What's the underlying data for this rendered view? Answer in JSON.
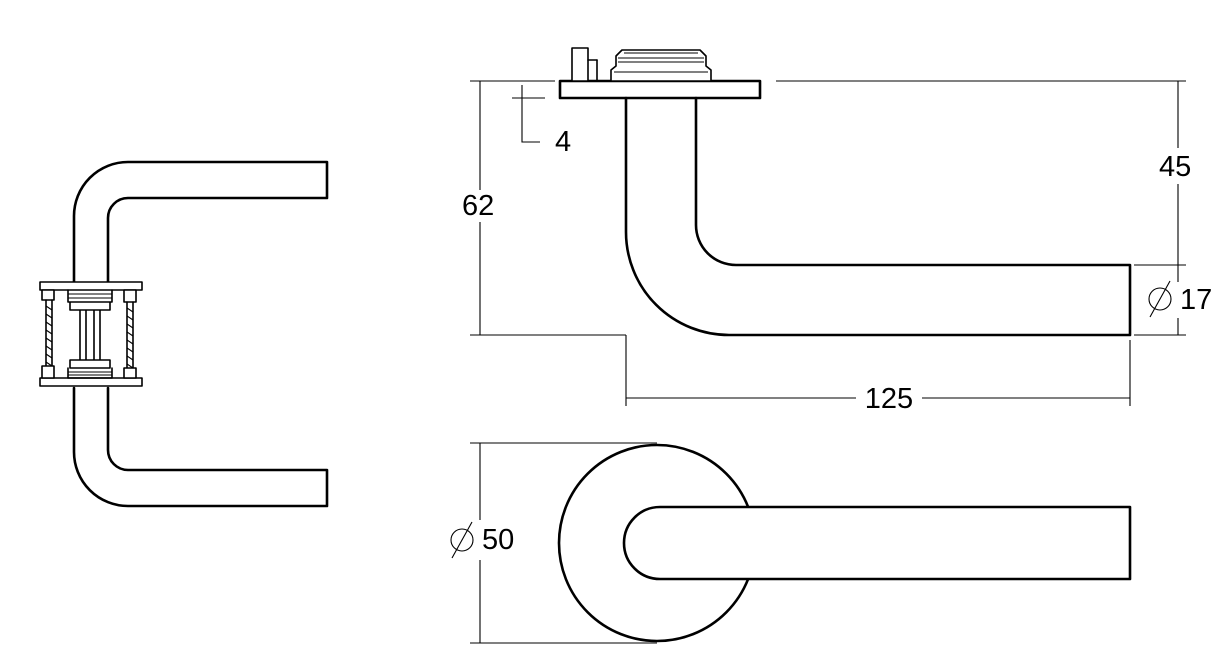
{
  "dimensions": {
    "rose_thickness": "4",
    "overall_height": "62",
    "lever_height": "45",
    "lever_diameter": "17",
    "projection": "125",
    "rose_diameter": "50"
  },
  "symbols": {
    "diameter": "diameter-symbol"
  }
}
